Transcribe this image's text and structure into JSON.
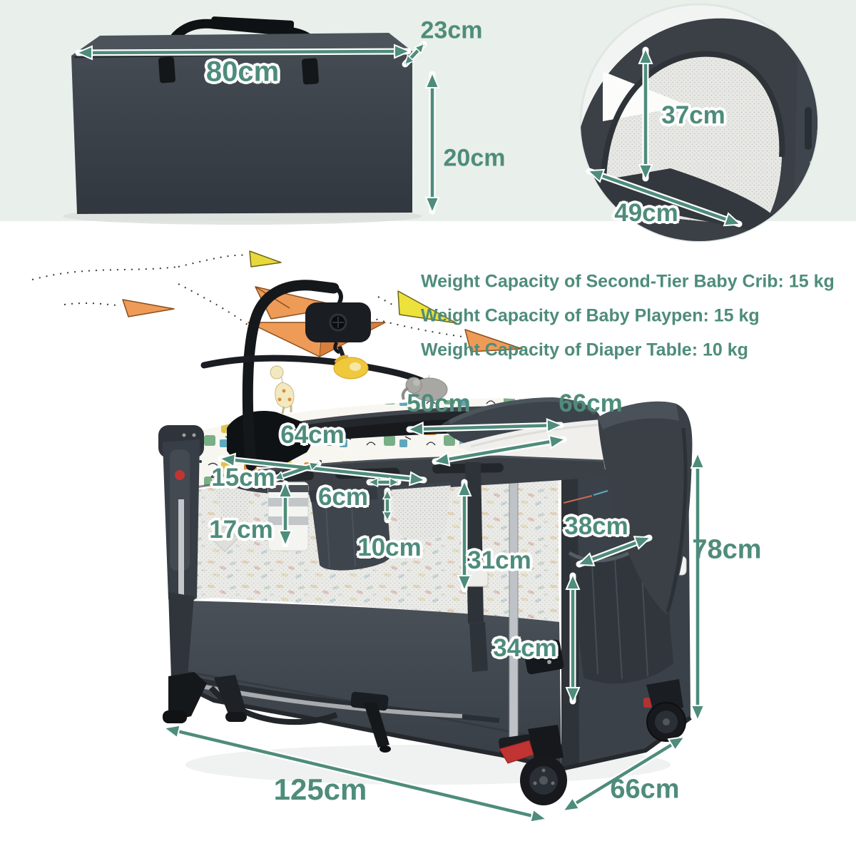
{
  "colors": {
    "accent_green": "#4E8C7B",
    "top_background": "#E9EFEA",
    "main_background": "#FFFFFF",
    "fabric_dark_gray": "#42484F",
    "red_accent": "#C03434"
  },
  "storage_bag": {
    "length": "80cm",
    "depth": "23cm",
    "height": "20cm"
  },
  "canopy_detail": {
    "height": "37cm",
    "width": "49cm"
  },
  "weight_capacity": {
    "second_tier_crib": "Weight Capacity of Second-Tier Baby Crib: 15 kg",
    "baby_playpen": "Weight Capacity of Baby Playpen: 15 kg",
    "diaper_table": "Weight Capacity of Diaper Table: 10 kg"
  },
  "playard_dimensions": {
    "diaper_table_length": "50cm",
    "diaper_table_width": "66cm",
    "bassinet_length": "64cm",
    "tray_width": "15cm",
    "cup_holder_width": "6cm",
    "organizer_height": "17cm",
    "pocket_depth": "10cm",
    "playpen_depth": "31cm",
    "side_pocket_width": "38cm",
    "overall_height": "78cm",
    "side_pocket_height": "34cm",
    "overall_length": "125cm",
    "overall_width": "66cm"
  }
}
